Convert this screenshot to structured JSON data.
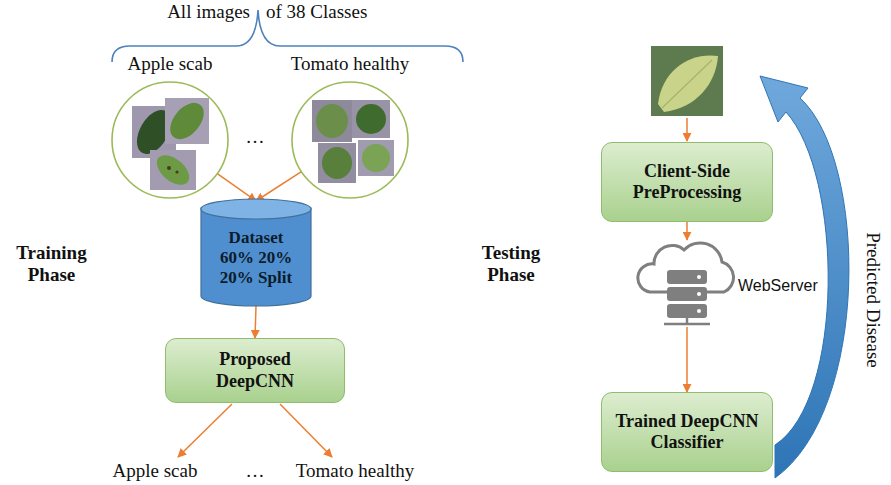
{
  "diagram": {
    "nodes": [
      {
        "text": [
          "Apple scab"
        ]
      },
      {
        "text": [
          "Tomato healthy"
        ]
      },
      {
        "text": [
          "Dataset",
          "60% 20% 20% Split"
        ]
      },
      {
        "text": [
          "Proposed DeepCNN"
        ]
      },
      {
        "text": [
          "Client-Side PreProcessing"
        ]
      },
      {
        "text": [
          "Trained DeepCNN Classifier"
        ]
      }
    ],
    "edges": [
      {
        "from": 0,
        "to": 2,
        "arrow": "to"
      },
      {
        "from": 1,
        "to": 2,
        "arrow": "to"
      },
      {
        "from": 2,
        "to": 3,
        "arrow": "to"
      },
      {
        "from": 4,
        "to": 5,
        "arrow": "to"
      }
    ],
    "labels": [
      "All images",
      "of 38 Classes",
      "…",
      "Training Phase",
      "Apple scab",
      "…",
      "Tomato healthy",
      "Testing Phase",
      "WebServer",
      "Predicted Disease"
    ]
  }
}
